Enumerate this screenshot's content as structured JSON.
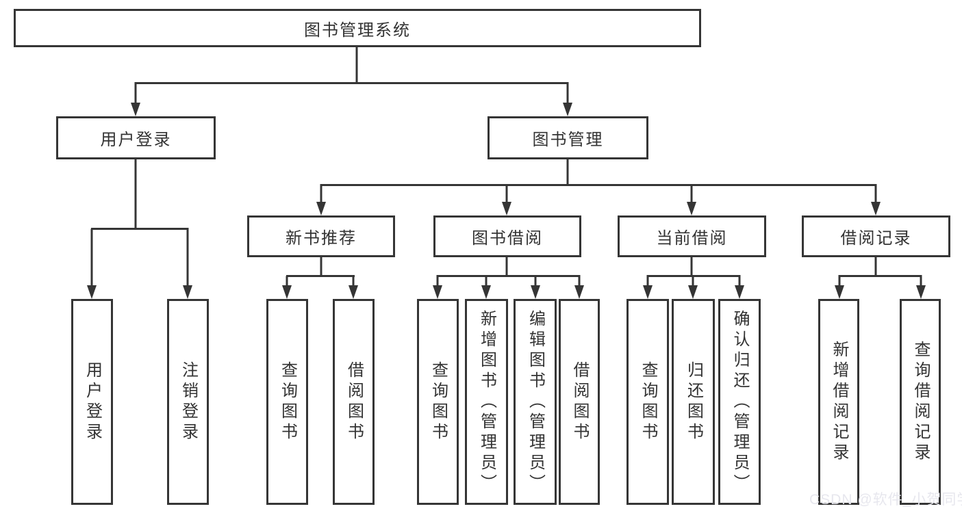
{
  "colors": {
    "line": "#353535",
    "text": "#333333",
    "box_background": "#ffffff",
    "page_background": "#ffffff",
    "watermark": "#e7e7ee"
  },
  "diagram": {
    "root": {
      "label": "图书管理系统"
    },
    "branches": [
      {
        "label": "用户登录",
        "children": [
          "用户登录",
          "注销登录"
        ]
      },
      {
        "label": "图书管理",
        "groups": [
          {
            "label": "新书推荐",
            "children": [
              "查询图书",
              "借阅图书"
            ]
          },
          {
            "label": "图书借阅",
            "children": [
              "查询图书",
              "新增图书（管理员）",
              "编辑图书（管理员）",
              "借阅图书"
            ]
          },
          {
            "label": "当前借阅",
            "children": [
              "查询图书",
              "归还图书",
              "确认归还（管理员）"
            ]
          },
          {
            "label": "借阅记录",
            "children": [
              "新增借阅记录",
              "查询借阅记录"
            ]
          }
        ]
      }
    ]
  },
  "watermark": {
    "text": "CSDN @软件_小贺同学"
  }
}
